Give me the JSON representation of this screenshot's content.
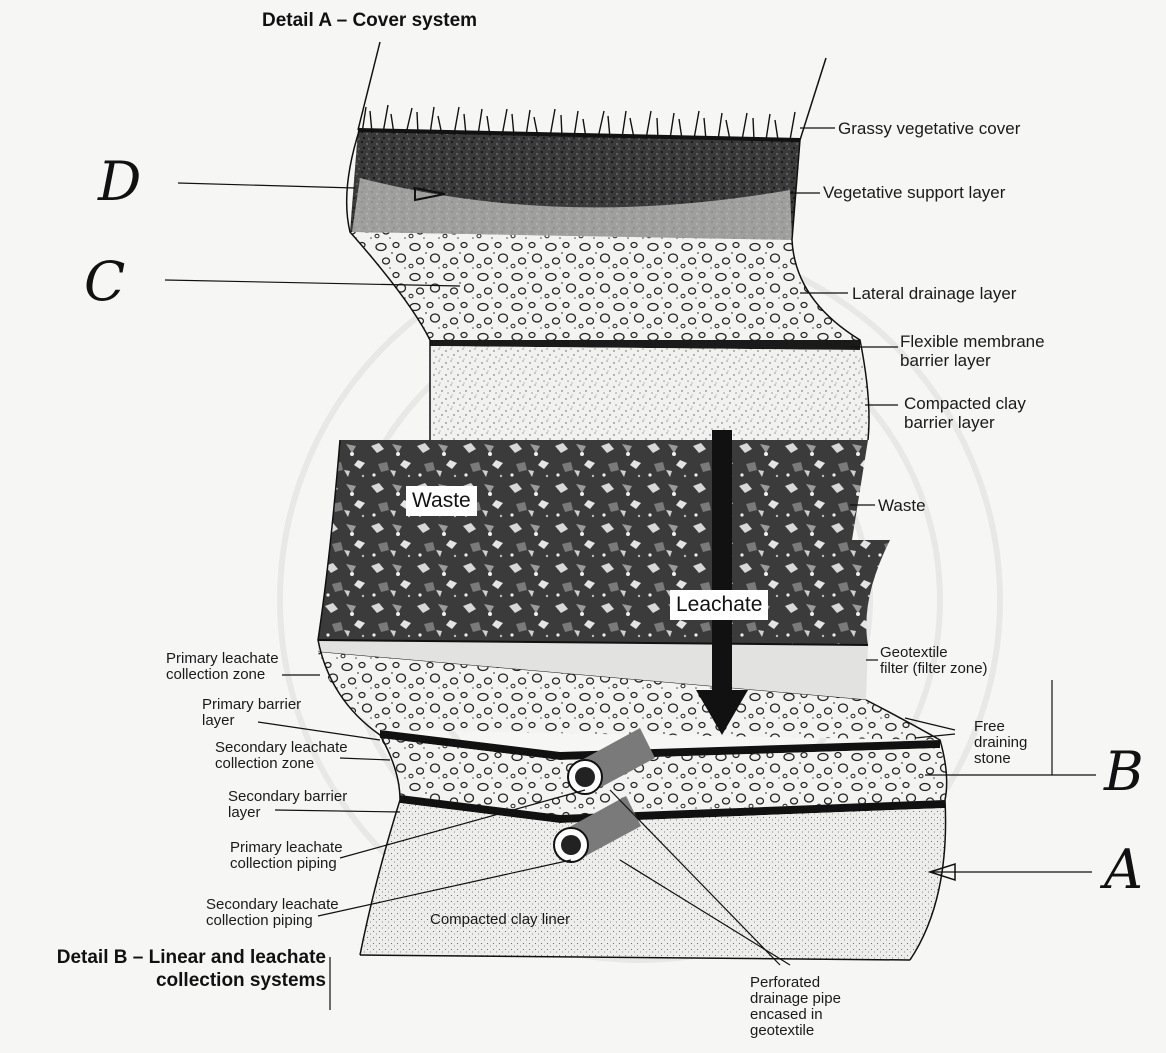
{
  "diagram": {
    "title_top": "Detail A – Cover system",
    "title_bottom": "Detail B – Linear and leachate\ncollection systems",
    "right_labels": {
      "grassy": "Grassy vegetative cover",
      "vegetative_support": "Vegetative support layer",
      "lateral_drainage": "Lateral drainage layer",
      "flexible_membrane": "Flexible membrane\nbarrier layer",
      "compacted_clay_barrier": "Compacted clay\nbarrier layer",
      "waste": "Waste",
      "geotextile": "Geotextile\nfilter (filter zone)",
      "free_draining": "Free\ndraining\nstone"
    },
    "left_labels": {
      "primary_collection_zone": "Primary leachate\ncollection zone",
      "primary_barrier": "Primary barrier\nlayer",
      "secondary_collection_zone": "Secondary leachate\ncollection zone",
      "secondary_barrier": "Secondary barrier\nlayer",
      "primary_piping": "Primary leachate\ncollection piping",
      "secondary_piping": "Secondary leachate\ncollection piping"
    },
    "inner_labels": {
      "waste_box": "Waste",
      "leachate_box": "Leachate",
      "compacted_clay_liner": "Compacted clay liner"
    },
    "bottom_label": "Perforated\ndrainage pipe\nencased in\ngeotextile",
    "handwritten": {
      "d": "D",
      "c": "C",
      "b": "B",
      "a": "A"
    }
  }
}
